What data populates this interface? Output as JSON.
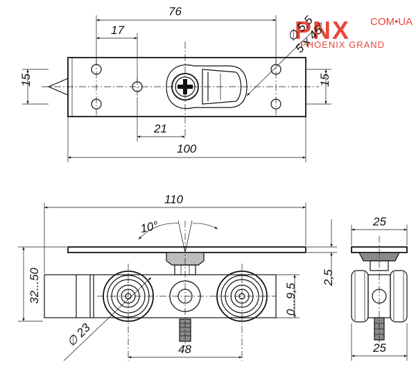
{
  "logo": {
    "mark": "PNX",
    "domain": "COM•UA",
    "tagline": "PHOENIX GRAND",
    "color": "#e8463a"
  },
  "dimensions": {
    "top_width": "76",
    "top_hole_offset": "17",
    "top_hole_diameter": "∅ 5,5",
    "top_countersink": "5 x 45°",
    "top_height_left": "15",
    "top_height_right": "15",
    "top_center_offset": "21",
    "top_length": "100",
    "front_length": "110",
    "front_angle": "10°",
    "front_height": "32...50",
    "front_plate": "2,5",
    "front_adjust": "0...9,5",
    "front_wheel_diameter": "∅ 23",
    "front_wheel_spacing": "48",
    "side_top_width": "25",
    "side_bottom_width": "25"
  }
}
